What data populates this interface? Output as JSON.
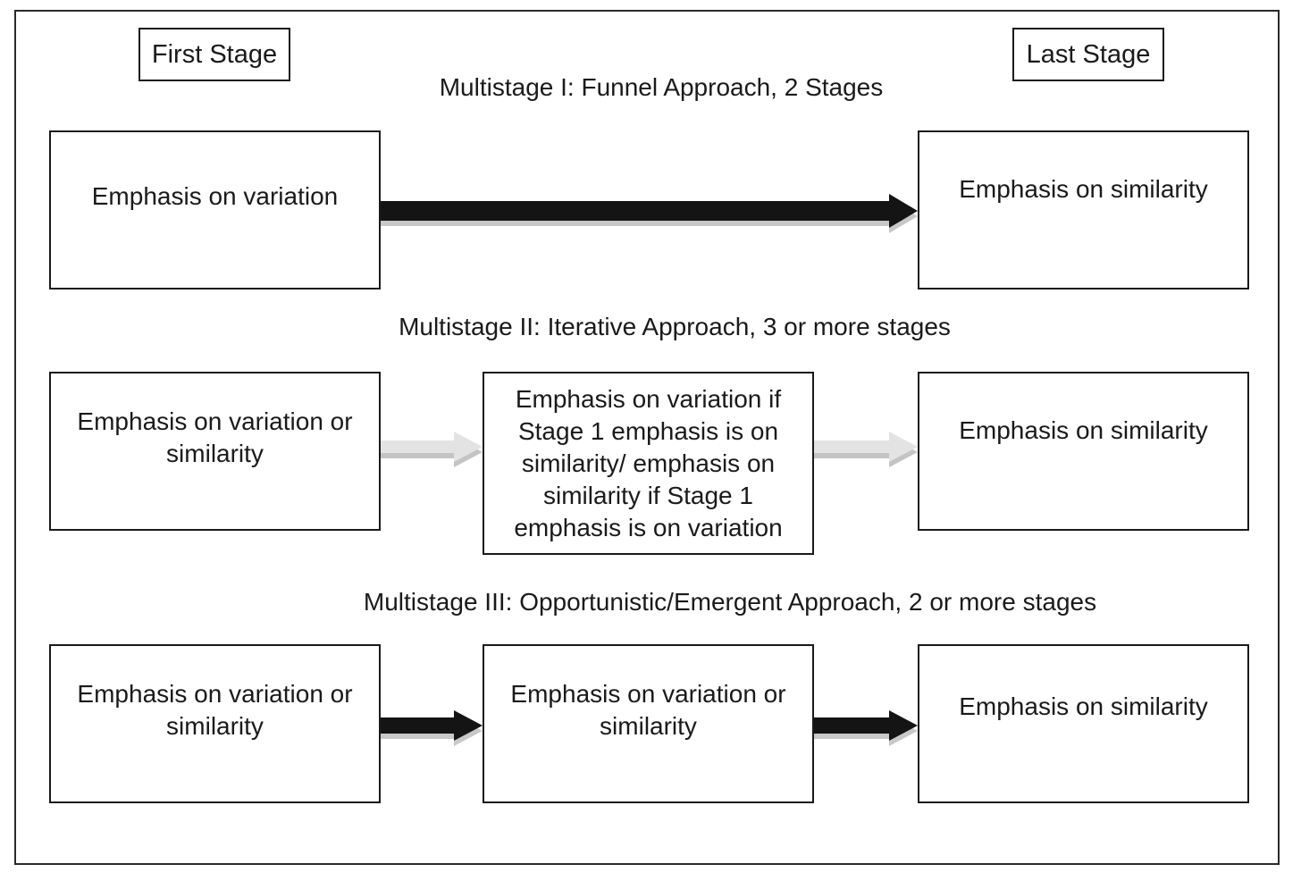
{
  "stage_labels": {
    "first": "First Stage",
    "last": "Last Stage"
  },
  "rows": [
    {
      "heading": "Multistage I: Funnel Approach, 2 Stages",
      "boxes": [
        {
          "text": "Emphasis on variation"
        },
        {
          "text": "Emphasis on similarity"
        }
      ],
      "arrow_style": "dark"
    },
    {
      "heading": "Multistage II: Iterative Approach, 3 or more stages",
      "boxes": [
        {
          "text": "Emphasis on variation or similarity"
        },
        {
          "text": "Emphasis on variation if Stage 1 emphasis is on similarity/ emphasis on similarity if Stage 1 emphasis is on variation"
        },
        {
          "text": "Emphasis on similarity"
        }
      ],
      "arrow_style": "light"
    },
    {
      "heading": "Multistage III: Opportunistic/Emergent Approach, 2 or more stages",
      "boxes": [
        {
          "text": "Emphasis on variation or similarity"
        },
        {
          "text": "Emphasis on variation or similarity"
        },
        {
          "text": "Emphasis on similarity"
        }
      ],
      "arrow_style": "dark"
    }
  ],
  "colors": {
    "dark_arrow": "#141414",
    "dark_arrow_shadow": "#c8c8c8",
    "light_arrow": "#e3e3e3",
    "light_arrow_shadow": "#c4c4c4"
  }
}
